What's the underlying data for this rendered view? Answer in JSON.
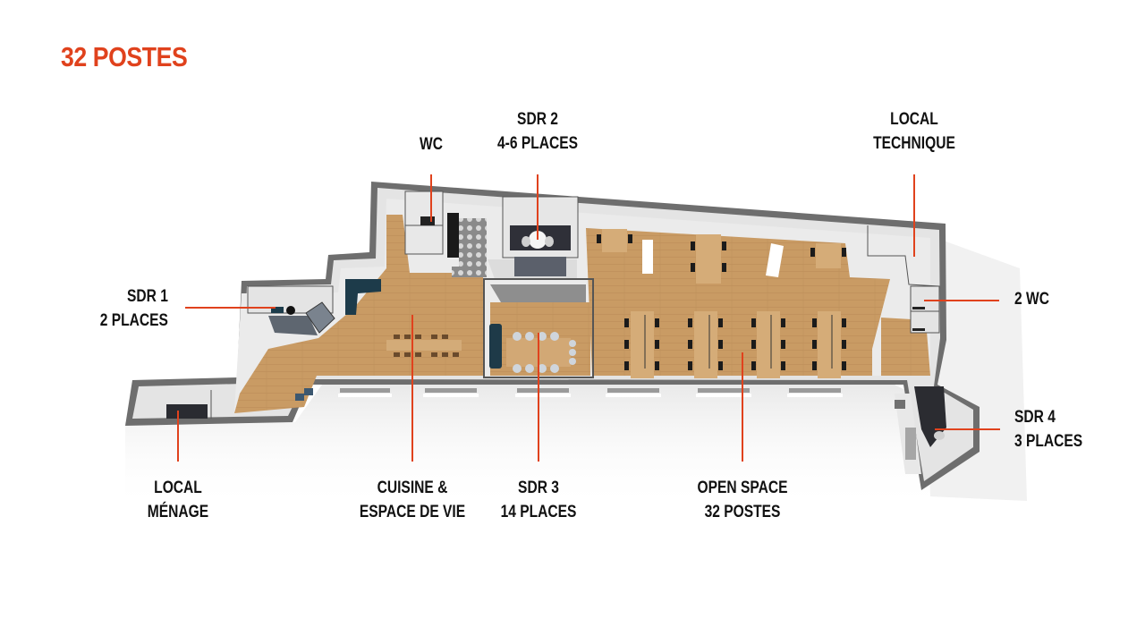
{
  "title": "32 POSTES",
  "colors": {
    "accent": "#e0421d",
    "wall": "#6b6b6b",
    "floor_wood": "#c89a63",
    "room_light": "#e6e6e6",
    "label_text": "#111111"
  },
  "rooms": [
    {
      "id": "wc",
      "lines": [
        "WC"
      ]
    },
    {
      "id": "sdr2",
      "lines": [
        "SDR 2",
        "4-6 PLACES"
      ]
    },
    {
      "id": "local-technique",
      "lines": [
        "LOCAL",
        "TECHNIQUE"
      ]
    },
    {
      "id": "sdr1",
      "lines": [
        "SDR 1",
        "2 PLACES"
      ]
    },
    {
      "id": "2wc",
      "lines": [
        "2 WC"
      ]
    },
    {
      "id": "sdr4",
      "lines": [
        "SDR 4",
        "3 PLACES"
      ]
    },
    {
      "id": "local-menage",
      "lines": [
        "LOCAL",
        "MÉNAGE"
      ]
    },
    {
      "id": "cuisine",
      "lines": [
        "CUISINE &",
        "ESPACE DE VIE"
      ]
    },
    {
      "id": "sdr3",
      "lines": [
        "SDR 3",
        "14 PLACES"
      ]
    },
    {
      "id": "open-space",
      "lines": [
        "OPEN SPACE",
        "32 POSTES"
      ]
    }
  ]
}
